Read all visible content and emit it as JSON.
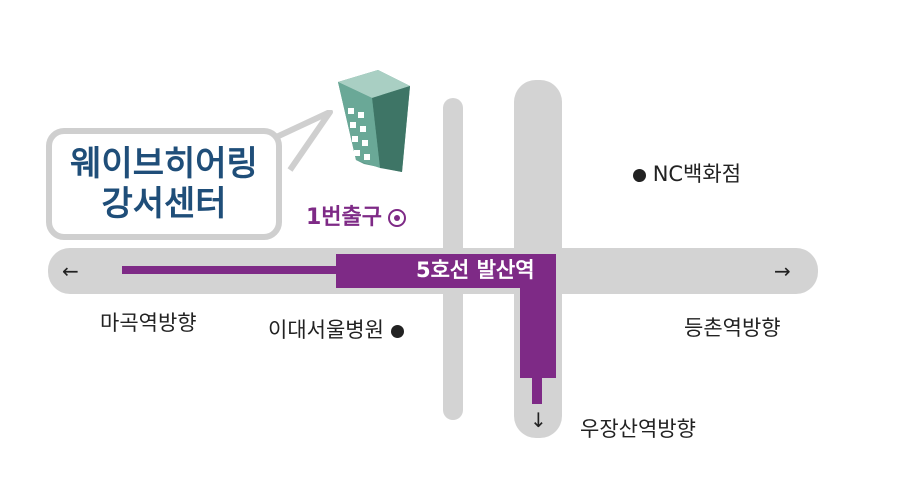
{
  "destination": {
    "name_line1": "웨이브히어링",
    "name_line2": "강서센터"
  },
  "metro": {
    "station": "5호선 발산역",
    "exit": "1번출구",
    "line_color": "#7e2a86"
  },
  "landmarks": {
    "nc_department": "NC백화점",
    "ewha_hospital": "이대서울병원"
  },
  "directions": {
    "west": "마곡역방향",
    "east": "등촌역방향",
    "south": "우장산역방향"
  },
  "arrows": {
    "west": "←",
    "east": "→",
    "south": "↓"
  },
  "icons": {
    "building": "building-icon",
    "exit": "exit-marker-icon",
    "landmark": "dot-icon"
  },
  "colors": {
    "road": "#d3d3d3",
    "title": "#1f4e79",
    "building": "#5f9a8a"
  }
}
